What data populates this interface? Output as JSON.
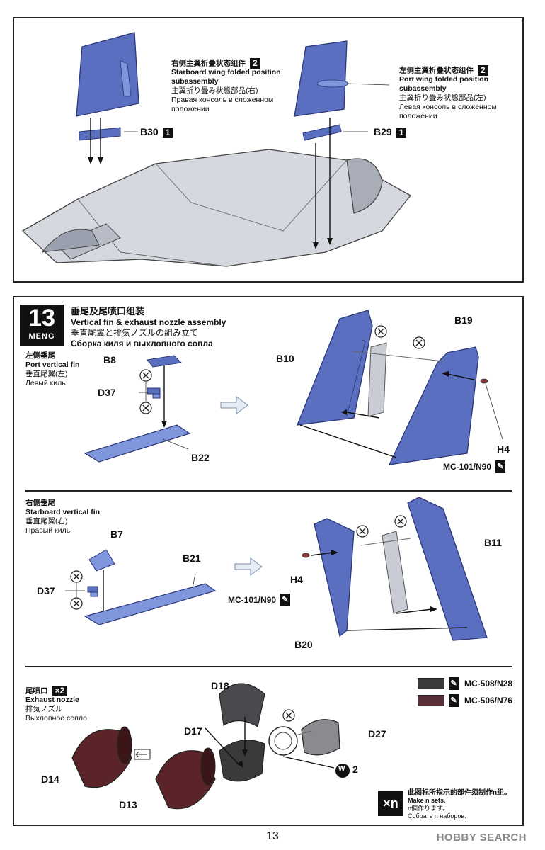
{
  "top": {
    "starboard": {
      "num": "2",
      "line1": "右侧主翼折叠状态组件",
      "line2": "Starboard wing folded position",
      "line3": "subassembly",
      "line4": "主翼折り畳み状態部品(右)",
      "line5": "Правая консоль в сложенном",
      "line6": "положении"
    },
    "port": {
      "num": "2",
      "line1": "左侧主翼折叠状态组件",
      "line2": "Port wing folded position",
      "line3": "subassembly",
      "line4": "主翼折り畳み状態部品(左)",
      "line5": "Левая консоль в сложенном",
      "line6": "положении"
    },
    "b30": "B30",
    "b30_num": "1",
    "b29": "B29",
    "b29_num": "1"
  },
  "step": {
    "number": "13",
    "brand": "MENG",
    "title_cn": "垂尾及尾喷口组装",
    "title_en": "Vertical fin & exhaust nozzle assembly",
    "title_jp": "垂直尾翼と排気ノズルの組み立て",
    "title_ru": "Сборка киля и выхлопного сопла"
  },
  "port_fin": {
    "cn": "左侧垂尾",
    "en": "Port vertical fin",
    "jp": "垂直尾翼(左)",
    "ru": "Левый киль",
    "b8": "B8",
    "d37": "D37",
    "b22": "B22",
    "b10": "B10",
    "b19": "B19",
    "h4": "H4",
    "paint": "MC-101/N90"
  },
  "stbd_fin": {
    "cn": "右侧垂尾",
    "en": "Starboard vertical fin",
    "jp": "垂直尾翼(右)",
    "ru": "Правый киль",
    "b7": "B7",
    "d37": "D37",
    "b21": "B21",
    "b11": "B11",
    "b20": "B20",
    "h4": "H4",
    "paint": "MC-101/N90"
  },
  "nozzle": {
    "cn": "尾喷口",
    "count": "×2",
    "en": "Exhaust nozzle",
    "jp": "排気ノズル",
    "ru": "Выхлопное сопло",
    "d18": "D18",
    "d17": "D17",
    "d27": "D27",
    "d14": "D14",
    "d13": "D13",
    "w": "W",
    "w_num": "2"
  },
  "paints": [
    {
      "code": "MC-508/N28",
      "color": "#3a3a3c"
    },
    {
      "code": "MC-506/N76",
      "color": "#5a3038"
    }
  ],
  "xn": {
    "label": "×n",
    "cn": "此图标所指示的部件须制作n组。",
    "en": "Make n sets.",
    "jp": "n個作ります。",
    "ru": "Собрать n наборов."
  },
  "page_number": "13",
  "watermark": "HOBBY SEARCH",
  "colors": {
    "fin_blue": "#5b6fc0",
    "fin_light": "#7f96dc",
    "fin_edge": "#2c3777",
    "grey": "#c9ccd4",
    "dark": "#4a4a4e",
    "nozzle": "#5a2428"
  }
}
